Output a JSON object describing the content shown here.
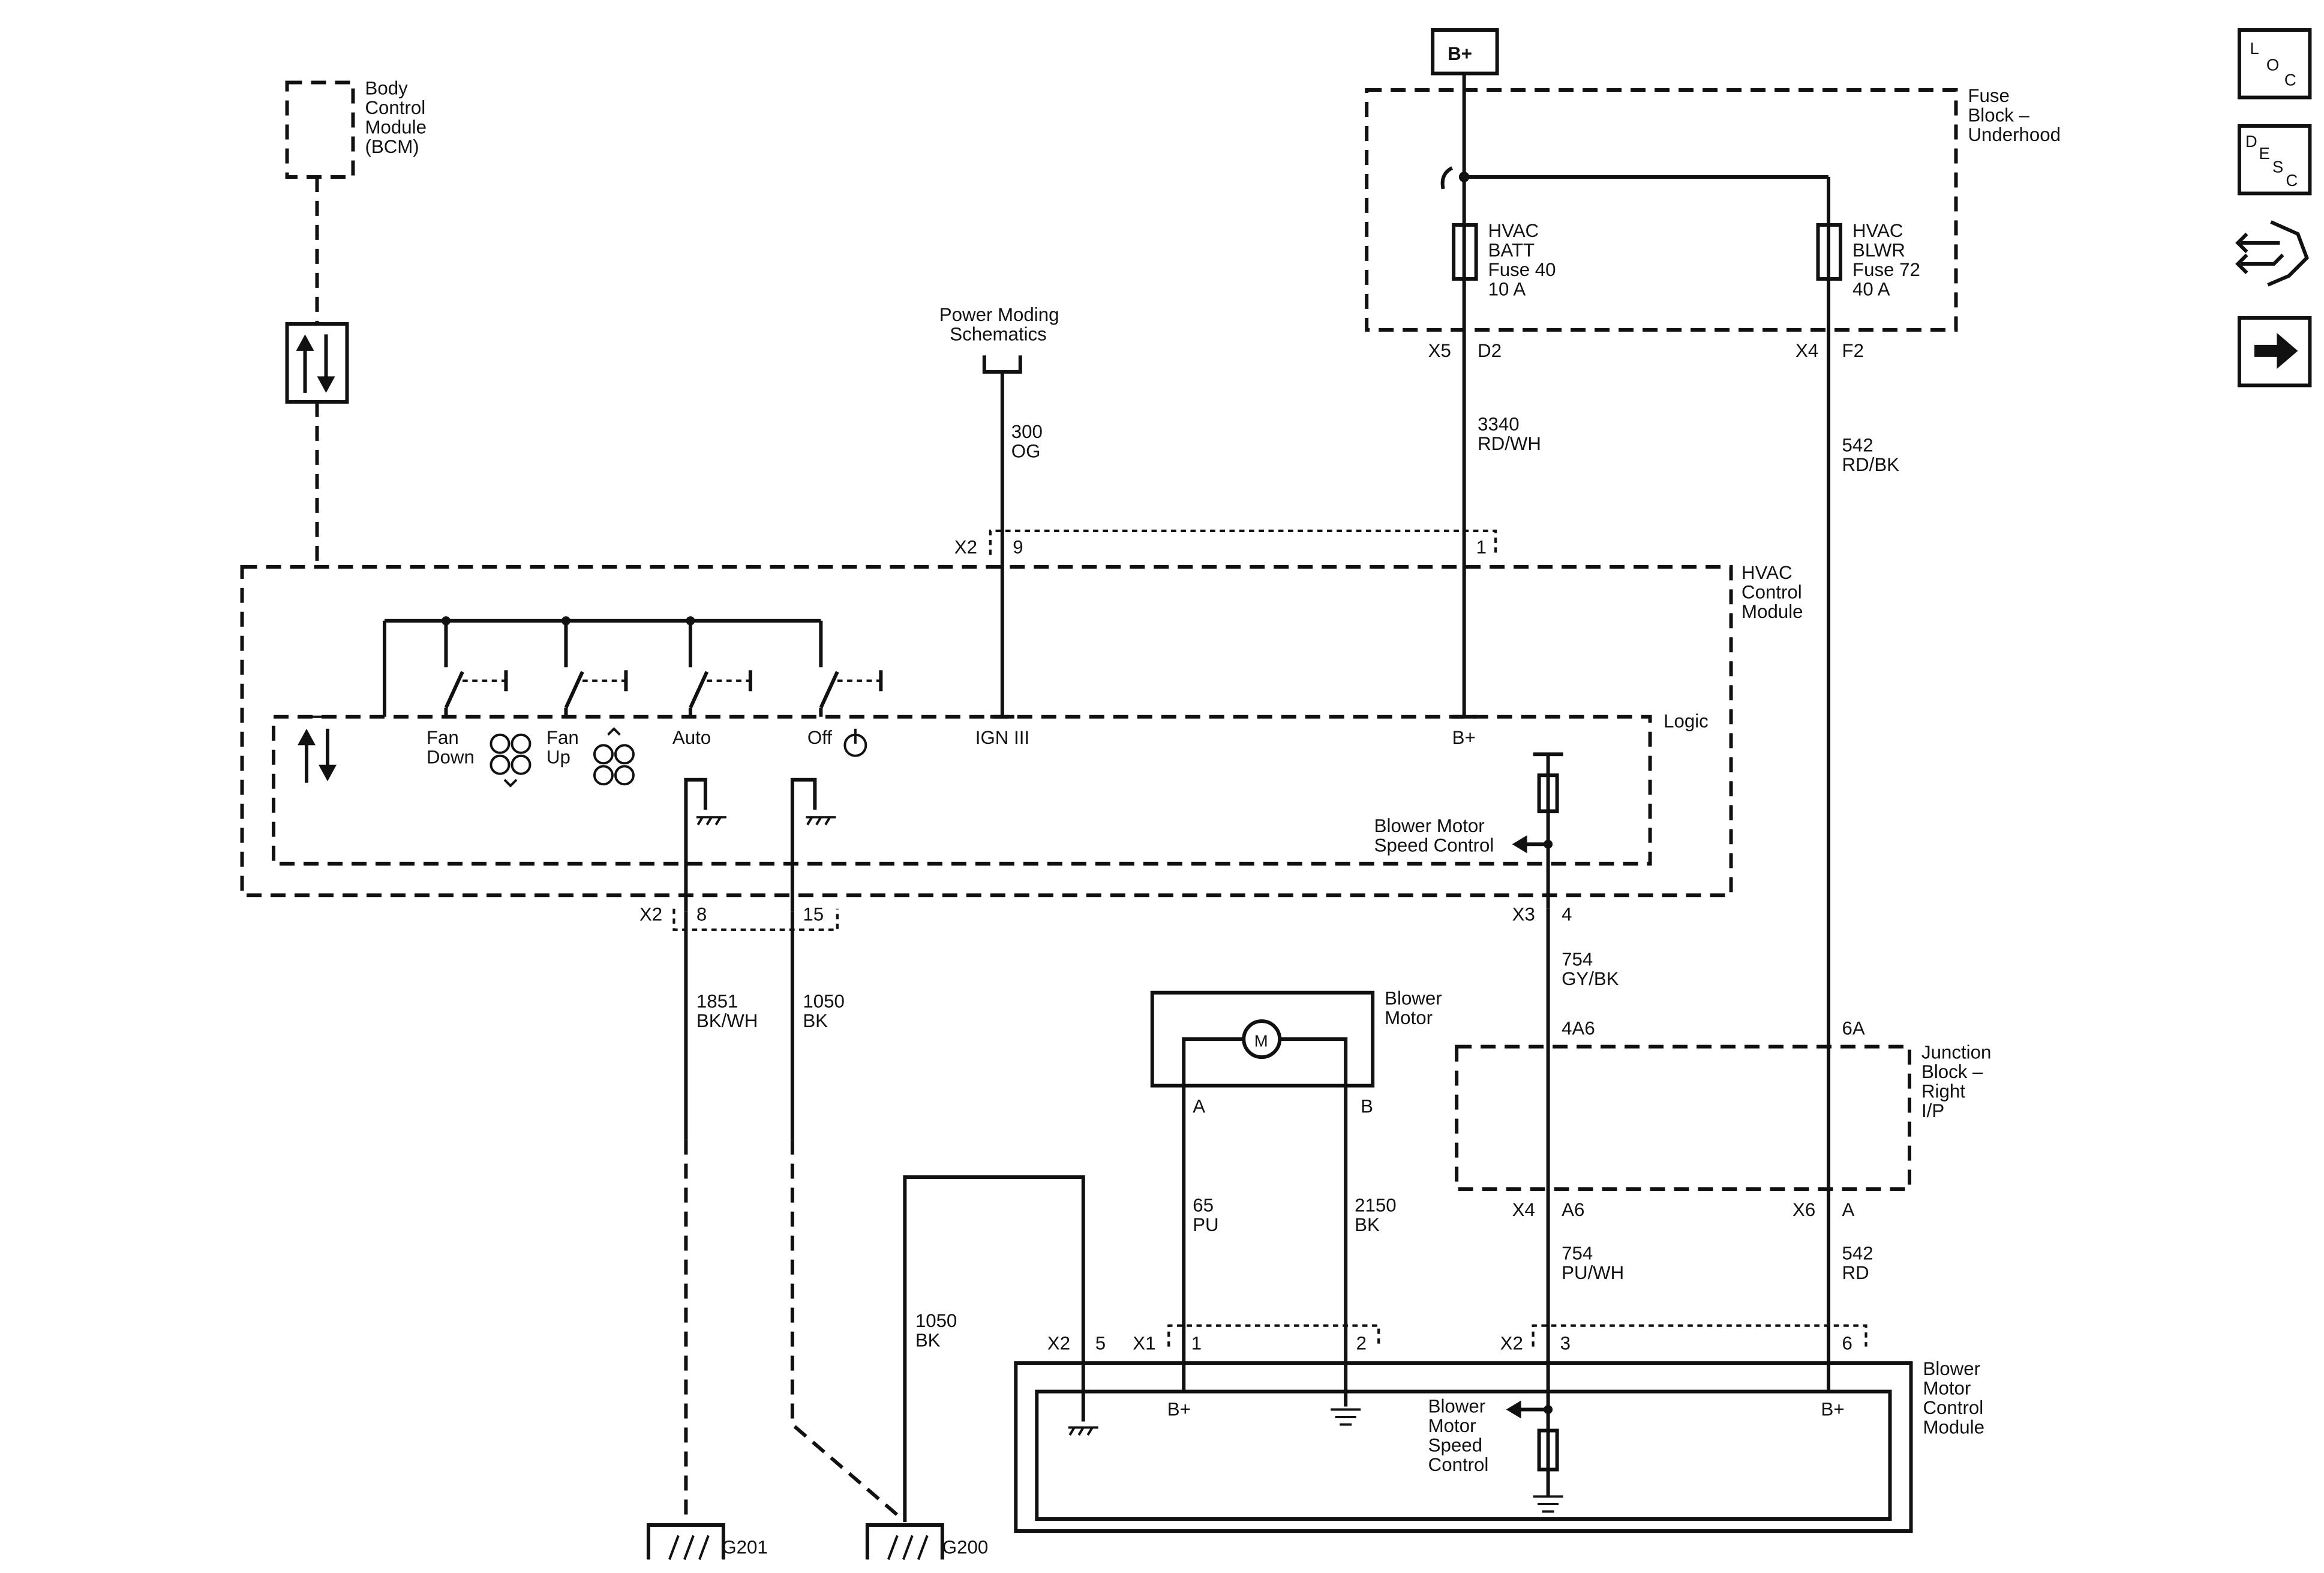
{
  "components": {
    "bcm": [
      "Body",
      "Control",
      "Module",
      "(BCM)"
    ],
    "fuse_block": [
      "Fuse",
      "Block –",
      "Underhood"
    ],
    "hvac_batt_fuse": [
      "HVAC",
      "BATT",
      "Fuse 40",
      "10 A"
    ],
    "hvac_blwr_fuse": [
      "HVAC",
      "BLWR",
      "Fuse 72",
      "40 A"
    ],
    "power_moding": [
      "Power Moding",
      "Schematics"
    ],
    "hvac_control_module": [
      "HVAC",
      "Control",
      "Module"
    ],
    "logic": "Logic",
    "blower_motor": [
      "Blower",
      "Motor"
    ],
    "junction_block": [
      "Junction",
      "Block –",
      "Right",
      "I/P"
    ],
    "blower_motor_control_module": [
      "Blower",
      "Motor",
      "Control",
      "Module"
    ],
    "battery": "B+",
    "motor_symbol": "M"
  },
  "switches": {
    "fan_down": [
      "Fan",
      "Down"
    ],
    "fan_up": [
      "Fan",
      "Up"
    ],
    "auto": "Auto",
    "off": "Off"
  },
  "internal_labels": {
    "ign": "IGN III",
    "logic_bplus": "B+",
    "speed_control_logic": [
      "Blower Motor",
      "Speed Control"
    ],
    "bmcm_bplus_left": "B+",
    "bmcm_bplus_right": "B+",
    "speed_control_bmcm": [
      "Blower",
      "Motor",
      "Speed",
      "Control"
    ]
  },
  "connectors": {
    "x5": "X5",
    "d2": "D2",
    "x4_top": "X4",
    "f2": "F2",
    "x2_top": "X2",
    "pin9": "9",
    "pin1": "1",
    "x2_mid": "X2",
    "pin8": "8",
    "pin15": "15",
    "x3": "X3",
    "pin4": "4",
    "j4a6": "4A6",
    "j6a": "6A",
    "x4_jb": "X4",
    "a6": "A6",
    "x6": "X6",
    "a": "A",
    "motor_a": "A",
    "motor_b": "B",
    "x2_bmcm": "X2",
    "pin5": "5",
    "x1": "X1",
    "x1_pin1": "1",
    "x1_pin2": "2",
    "x2_bmcm2": "X2",
    "pin3": "3",
    "pin6": "6"
  },
  "wires": {
    "w300": [
      "300",
      "OG"
    ],
    "w3340": [
      "3340",
      "RD/WH"
    ],
    "w542_top": [
      "542",
      "RD/BK"
    ],
    "w1851": [
      "1851",
      "BK/WH"
    ],
    "w1050_top": [
      "1050",
      "BK"
    ],
    "w754_top": [
      "754",
      "GY/BK"
    ],
    "w65": [
      "65",
      "PU"
    ],
    "w2150": [
      "2150",
      "BK"
    ],
    "w754_bot": [
      "754",
      "PU/WH"
    ],
    "w542_bot": [
      "542",
      "RD"
    ],
    "w1050_bot": [
      "1050",
      "BK"
    ]
  },
  "grounds": {
    "g201": "G201",
    "g200": "G200"
  },
  "nav_icons": {
    "loc": [
      "L",
      "O",
      "C"
    ],
    "desc": [
      "D",
      "E",
      "S",
      "C"
    ]
  }
}
